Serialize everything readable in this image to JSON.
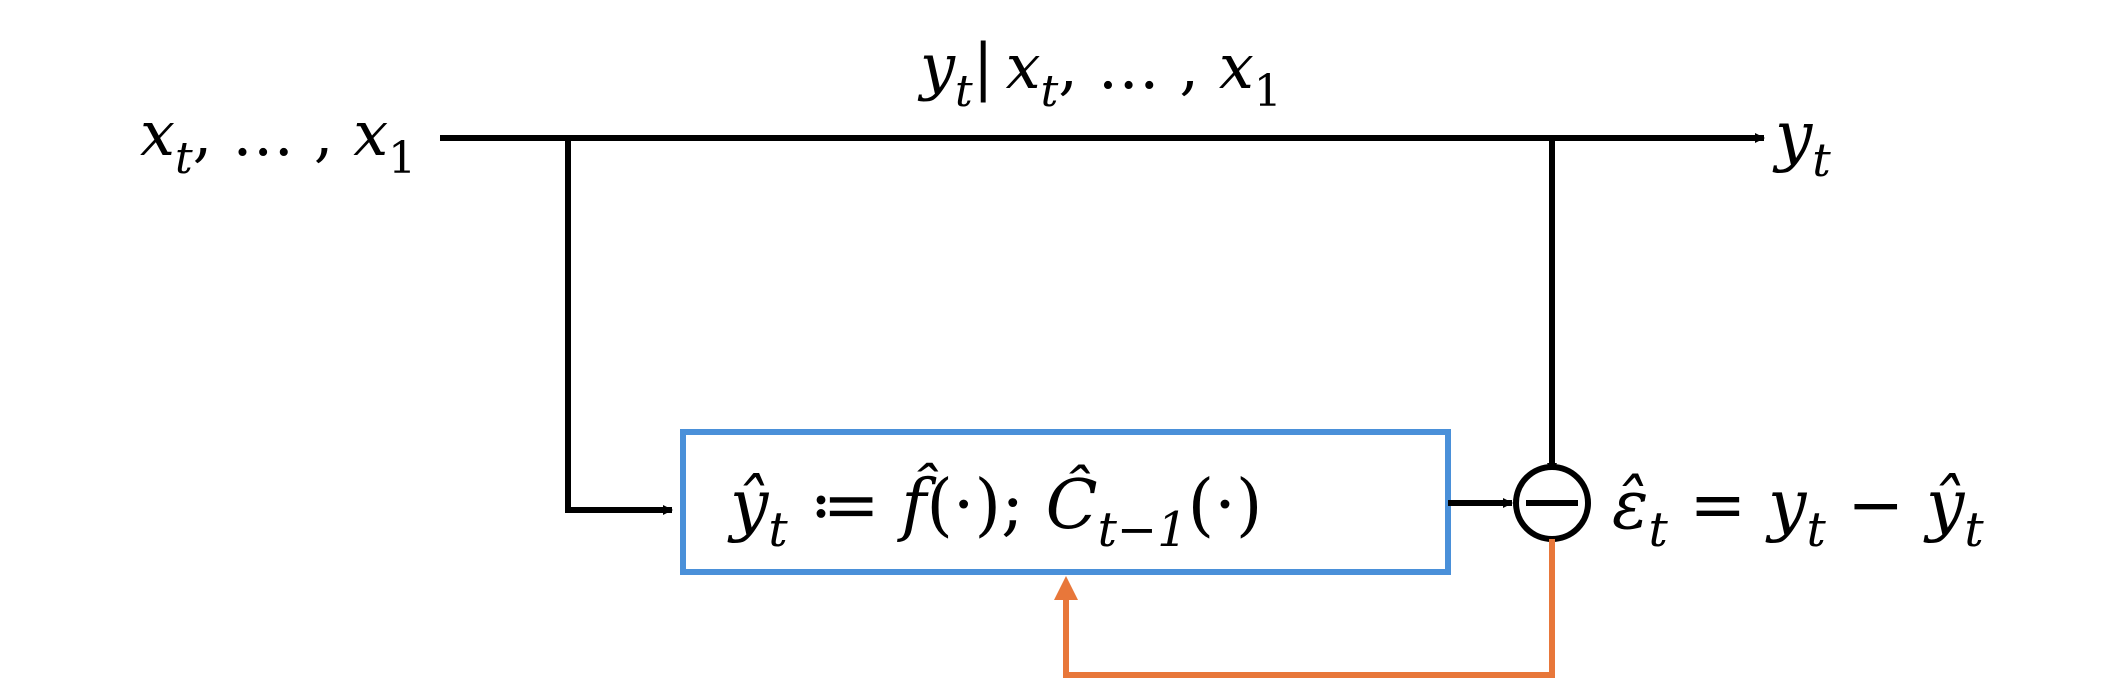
{
  "labels": {
    "input": {
      "main": "x",
      "sub1": "t",
      "sep": ", … , ",
      "main2": "x",
      "sub2": "1"
    },
    "top_edge": {
      "y": "y",
      "ysub": "t",
      "bar": "|",
      "x": "x",
      "xsub": "t",
      "sep": ", … , ",
      "x2": "x",
      "x2sub": "1"
    },
    "output": {
      "main": "y",
      "sub": "t"
    },
    "model_box": {
      "yhat": "ŷ",
      "yhat_sub": "t",
      "assign": " ≔ ",
      "fhat": "f̂",
      "args1": "(·); ",
      "chat": "Ĉ",
      "chat_sub": "t−1",
      "args2": "(·)"
    },
    "subtract_symbol": "−",
    "residual": {
      "eps": "ε̂",
      "eps_sub": "t",
      "eq": " = ",
      "y": "y",
      "y_sub": "t",
      "minus": " − ",
      "yhat": "ŷ",
      "yhat_sub": "t"
    }
  },
  "colors": {
    "line": "#000000",
    "model_box_border": "#4a90d9",
    "feedback": "#e8773a"
  }
}
